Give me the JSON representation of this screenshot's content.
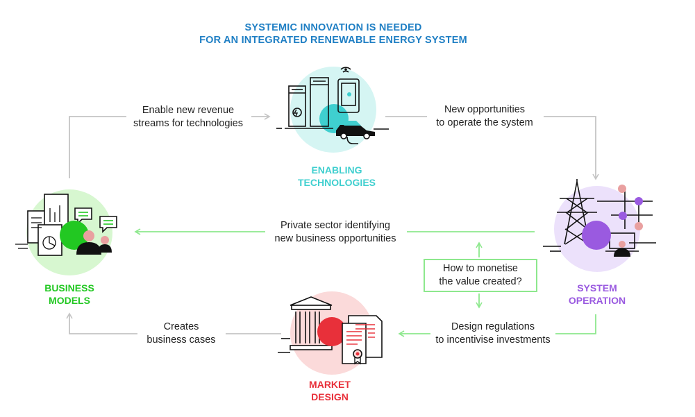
{
  "title": {
    "line1": "SYSTEMIC INNOVATION IS NEEDED",
    "line2": "FOR AN INTEGRATED RENEWABLE ENERGY SYSTEM"
  },
  "nodes": {
    "enabling": {
      "line1": "ENABLING",
      "line2": "TECHNOLOGIES"
    },
    "business": {
      "line1": "BUSINESS",
      "line2": "MODELS"
    },
    "system": {
      "line1": "SYSTEM",
      "line2": "OPERATION"
    },
    "market": {
      "line1": "MARKET",
      "line2": "DESIGN"
    }
  },
  "arrows": {
    "revenue": {
      "line1": "Enable new revenue",
      "line2": "streams for technologies"
    },
    "operate": {
      "line1": "New opportunities",
      "line2": "to operate the system"
    },
    "private": {
      "line1": "Private sector identifying",
      "line2": "new business opportunities"
    },
    "regulations": {
      "line1": "Design regulations",
      "line2": "to incentivise investments"
    },
    "cases": {
      "line1": "Creates",
      "line2": "business cases"
    }
  },
  "question": {
    "line1": "How to monetise",
    "line2": "the value created?"
  },
  "colors": {
    "title": "#1f7fc4",
    "enabling": "#3fcfcf",
    "business": "#22c822",
    "system": "#9a5ae0",
    "market": "#e8303a",
    "arrow_gray": "#c4c4c4",
    "arrow_green": "#8de88d"
  }
}
